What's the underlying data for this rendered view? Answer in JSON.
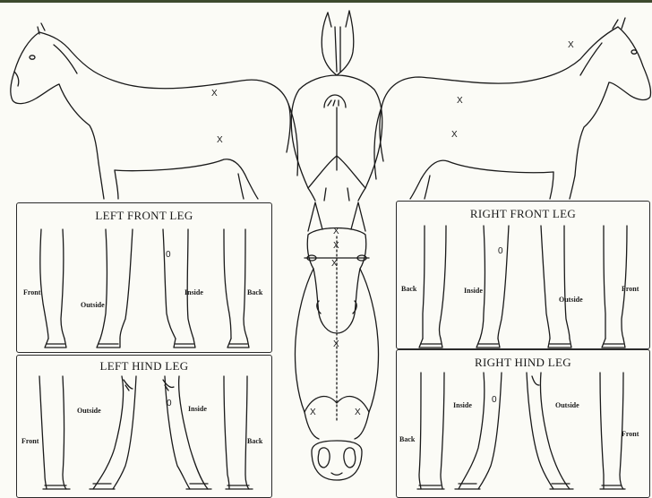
{
  "panels": {
    "left_front": {
      "title": "LEFT FRONT LEG",
      "labels": [
        "Front",
        "Outside",
        "Inside",
        "Back"
      ]
    },
    "right_front": {
      "title": "RIGHT FRONT LEG",
      "labels": [
        "Back",
        "Inside",
        "Outside",
        "Front"
      ]
    },
    "left_hind": {
      "title": "LEFT HIND LEG",
      "labels": [
        "Front",
        "Outside",
        "Inside",
        "Back"
      ]
    },
    "right_hind": {
      "title": "RIGHT HIND LEG",
      "labels": [
        "Back",
        "Inside",
        "Outside",
        "Front"
      ]
    }
  },
  "marks": {
    "x": "X",
    "o": "0"
  },
  "icons": [
    "horse-left-side-icon",
    "horse-right-side-icon",
    "horse-rear-view-icon",
    "horse-face-front-icon",
    "horse-muzzle-icon",
    "leg-outline-icon"
  ],
  "colors": {
    "ink": "#1a1a1a",
    "paper": "#fbfbf6",
    "top_border": "#3d4a2e"
  }
}
